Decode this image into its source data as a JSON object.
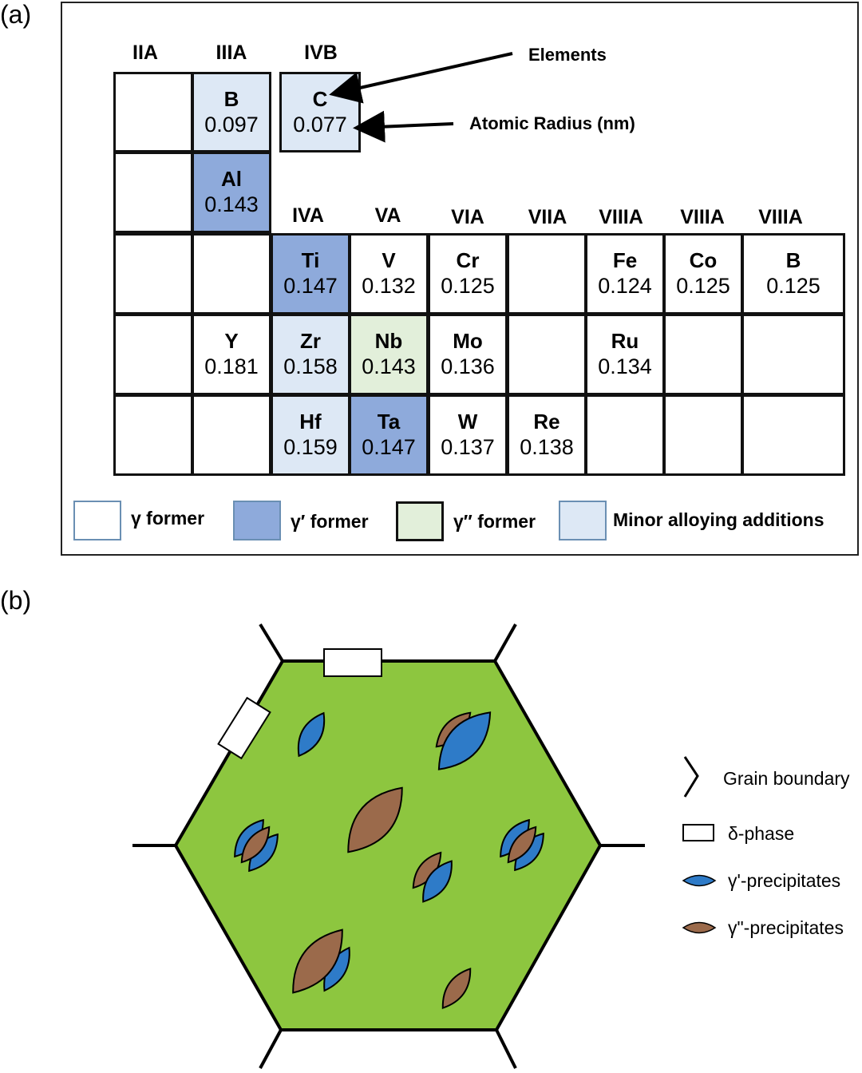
{
  "panels": {
    "a": {
      "label": "(a)",
      "group_headers_top": [
        "IIA",
        "IIIA",
        "IVB"
      ],
      "group_headers_mid": [
        "IVA",
        "VA",
        "VIA",
        "VIIA",
        "VIIIA",
        "VIIIA",
        "VIIIA"
      ],
      "annotations": {
        "elements": "Elements",
        "atomic_radius": "Atomic Radius (nm)"
      },
      "cells": [
        {
          "id": "r1c1",
          "symbol": "",
          "radius": "",
          "type": "gamma"
        },
        {
          "id": "B",
          "symbol": "B",
          "radius": "0.097",
          "type": "minor"
        },
        {
          "id": "C",
          "symbol": "C",
          "radius": "0.077",
          "type": "minor"
        },
        {
          "id": "r2c1",
          "symbol": "",
          "radius": "",
          "type": "gamma"
        },
        {
          "id": "Al",
          "symbol": "Al",
          "radius": "0.143",
          "type": "gamma_prime"
        },
        {
          "id": "r3c1",
          "symbol": "",
          "radius": "",
          "type": "gamma"
        },
        {
          "id": "r3c2",
          "symbol": "",
          "radius": "",
          "type": "gamma"
        },
        {
          "id": "Ti",
          "symbol": "Ti",
          "radius": "0.147",
          "type": "gamma_prime"
        },
        {
          "id": "V",
          "symbol": "V",
          "radius": "0.132",
          "type": "gamma"
        },
        {
          "id": "Cr",
          "symbol": "Cr",
          "radius": "0.125",
          "type": "gamma"
        },
        {
          "id": "r3c6",
          "symbol": "",
          "radius": "",
          "type": "gamma"
        },
        {
          "id": "Fe",
          "symbol": "Fe",
          "radius": "0.124",
          "type": "gamma"
        },
        {
          "id": "Co",
          "symbol": "Co",
          "radius": "0.125",
          "type": "gamma"
        },
        {
          "id": "B2",
          "symbol": "B",
          "radius": "0.125",
          "type": "gamma"
        },
        {
          "id": "r4c1",
          "symbol": "",
          "radius": "",
          "type": "gamma"
        },
        {
          "id": "Y",
          "symbol": "Y",
          "radius": "0.181",
          "type": "gamma"
        },
        {
          "id": "Zr",
          "symbol": "Zr",
          "radius": "0.158",
          "type": "minor"
        },
        {
          "id": "Nb",
          "symbol": "Nb",
          "radius": "0.143",
          "type": "gamma_double_prime"
        },
        {
          "id": "Mo",
          "symbol": "Mo",
          "radius": "0.136",
          "type": "gamma"
        },
        {
          "id": "r4c6",
          "symbol": "",
          "radius": "",
          "type": "gamma"
        },
        {
          "id": "Ru",
          "symbol": "Ru",
          "radius": "0.134",
          "type": "gamma"
        },
        {
          "id": "r4c8",
          "symbol": "",
          "radius": "",
          "type": "gamma"
        },
        {
          "id": "r4c9",
          "symbol": "",
          "radius": "",
          "type": "gamma"
        },
        {
          "id": "r5c1",
          "symbol": "",
          "radius": "",
          "type": "gamma"
        },
        {
          "id": "r5c2",
          "symbol": "",
          "radius": "",
          "type": "gamma"
        },
        {
          "id": "Hf",
          "symbol": "Hf",
          "radius": "0.159",
          "type": "minor"
        },
        {
          "id": "Ta",
          "symbol": "Ta",
          "radius": "0.147",
          "type": "gamma_prime"
        },
        {
          "id": "W",
          "symbol": "W",
          "radius": "0.137",
          "type": "gamma"
        },
        {
          "id": "Re",
          "symbol": "Re",
          "radius": "0.138",
          "type": "gamma"
        },
        {
          "id": "r5c7",
          "symbol": "",
          "radius": "",
          "type": "gamma"
        },
        {
          "id": "r5c8",
          "symbol": "",
          "radius": "",
          "type": "gamma"
        },
        {
          "id": "r5c9",
          "symbol": "",
          "radius": "",
          "type": "gamma"
        }
      ],
      "legend": [
        {
          "label": "γ former",
          "type": "gamma"
        },
        {
          "label": "γ′ former",
          "type": "gamma_prime"
        },
        {
          "label": "γ″ former",
          "type": "gamma_double_prime"
        },
        {
          "label": "Minor alloying additions",
          "type": "minor"
        }
      ],
      "colors": {
        "gamma": "#ffffff",
        "gamma_prime": "#8eaadb",
        "gamma_double_prime": "#e2efda",
        "minor": "#dde8f5"
      }
    },
    "b": {
      "label": "(b)",
      "legend": [
        {
          "label": "Grain boundary",
          "icon": "grain-boundary-icon"
        },
        {
          "label": "δ-phase",
          "icon": "delta-phase-icon"
        },
        {
          "label": "γ'-precipitates",
          "icon": "gamma-prime-precipitate-icon"
        },
        {
          "label": "γ\"-precipitates",
          "icon": "gamma-double-prime-precipitate-icon"
        }
      ],
      "colors": {
        "grain": "#8dc63f",
        "gamma_prime": "#2e7bc8",
        "gamma_double_prime": "#9b6a4b",
        "delta": "#ffffff",
        "boundary": "#000000"
      }
    }
  }
}
